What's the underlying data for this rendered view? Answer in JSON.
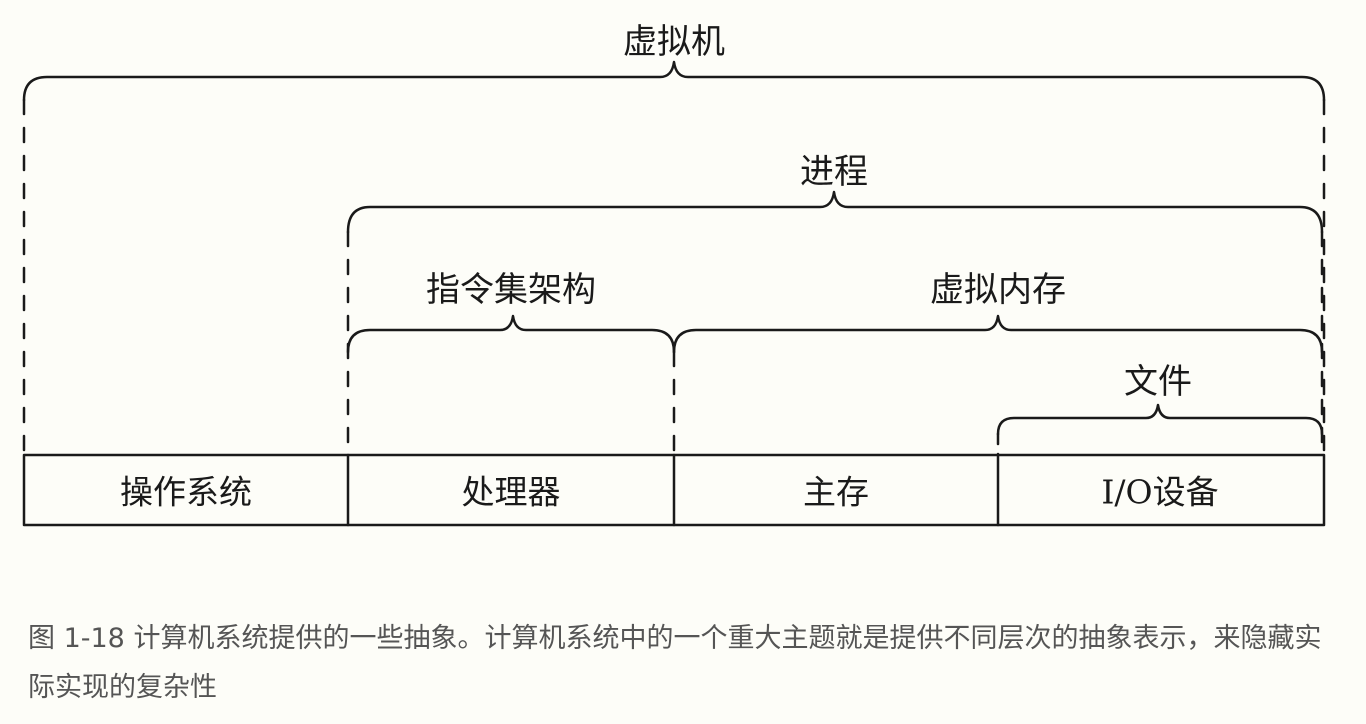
{
  "diagram": {
    "brackets": {
      "virtual_machine": "虚拟机",
      "process": "进程",
      "isa": "指令集架构",
      "virtual_memory": "虚拟内存",
      "files": "文件"
    },
    "boxes": {
      "os": "操作系统",
      "processor": "处理器",
      "main_memory": "主存",
      "io_devices": "I/O设备"
    }
  },
  "caption": "图 1-18 计算机系统提供的一些抽象。计算机系统中的一个重大主题就是提供不同层次的抽象表示，来隐藏实际实现的复杂性"
}
